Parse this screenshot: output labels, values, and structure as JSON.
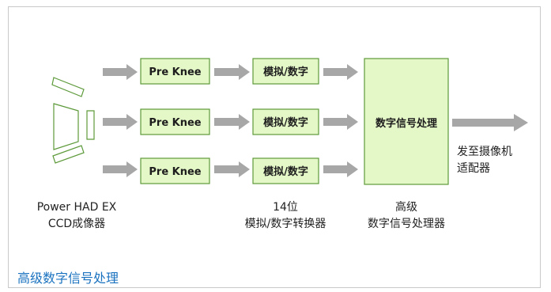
{
  "colors": {
    "box_fill": "#e4f7c7",
    "box_stroke": "#5d9a3a",
    "arrow": "#a7a7a7",
    "title_blue": "#1b73c0"
  },
  "diagram": {
    "pre_knee_label": "Pre Knee",
    "adc_label": "模拟/数字",
    "dsp_label": "数字信号处理",
    "captions": {
      "ccd_line1": "Power HAD EX",
      "ccd_line2": "CCD成像器",
      "adc_line1": "14位",
      "adc_line2": "模拟/数字转换器",
      "dsp_line1": "高级",
      "dsp_line2": "数字信号处理器",
      "out_line1": "发至摄像机",
      "out_line2": "适配器"
    }
  },
  "footer": {
    "title": "高级数字信号处理"
  }
}
